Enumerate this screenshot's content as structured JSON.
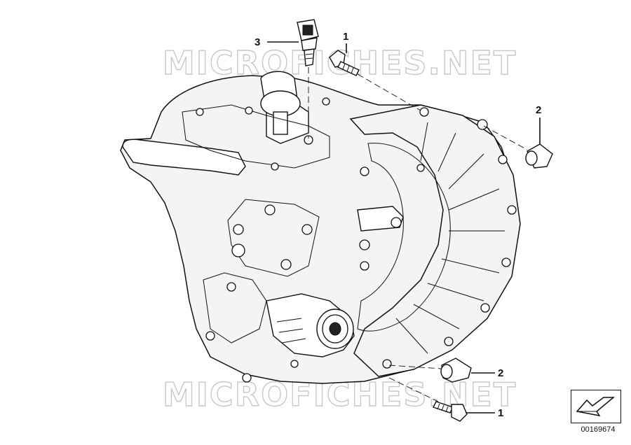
{
  "watermark_top": "MICROFICHES.NET",
  "watermark_bottom": "MICROFICHES.NET",
  "callouts": {
    "sensor": "3",
    "bolt_top": "1",
    "sleeve_top": "2",
    "sleeve_bottom": "2",
    "bolt_bottom": "1"
  },
  "reference_number": "00169674",
  "icons": {
    "reference_box": "arrow-down-left-icon"
  }
}
